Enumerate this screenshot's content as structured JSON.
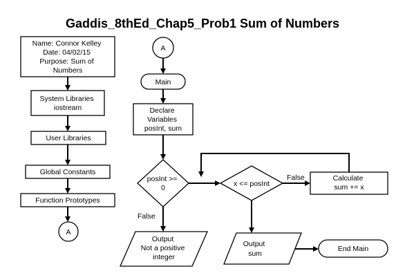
{
  "title": "Gaddis_8thEd_Chap5_Prob1 Sum of Numbers",
  "nodes": {
    "header_info": {
      "lines": [
        "Name: Connor Kelley",
        "Date: 04/02/15",
        "Purpose: Sum of",
        "Numbers"
      ]
    },
    "system_libraries": {
      "lines": [
        "System Libraries",
        "iostream"
      ]
    },
    "user_libraries": {
      "lines": [
        "User Libraries"
      ]
    },
    "global_constants": {
      "lines": [
        "Global Constants"
      ]
    },
    "function_prototypes": {
      "lines": [
        "Function Prototypes"
      ]
    },
    "connector_a_left": {
      "lines": [
        "A"
      ]
    },
    "connector_a_top": {
      "lines": [
        "A"
      ]
    },
    "main_start": {
      "lines": [
        "Main"
      ]
    },
    "declare_variables": {
      "lines": [
        "Declare",
        "Variables",
        "posInt, sum"
      ]
    },
    "decision_positive": {
      "lines": [
        "posInt >=",
        "0"
      ]
    },
    "decision_loop": {
      "lines": [
        "x <= posInt"
      ]
    },
    "calculate_sum": {
      "lines": [
        "Calculate",
        "sum += x"
      ]
    },
    "output_not_positive": {
      "lines": [
        "Output",
        "Not a positive",
        "integer"
      ]
    },
    "output_sum": {
      "lines": [
        "Output",
        "sum"
      ]
    },
    "end_main": {
      "lines": [
        "End Main"
      ]
    }
  },
  "edge_labels": {
    "positive_false": "False",
    "loop_false": "False"
  }
}
